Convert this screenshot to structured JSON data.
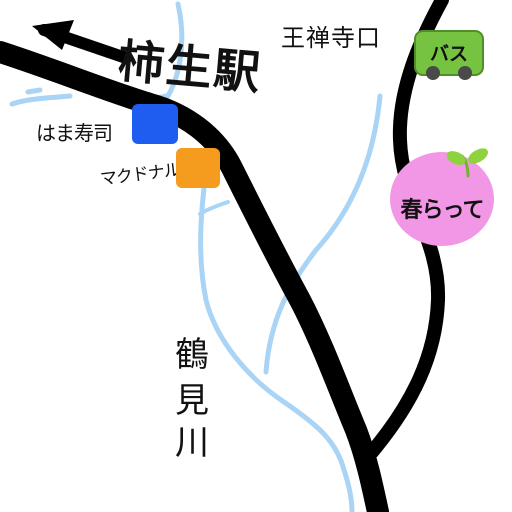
{
  "labels": {
    "station": "柿生駅",
    "ozenji": "王禅寺口",
    "hamasushi": "はま寿司",
    "mcdonalds": "マクドナルド",
    "bus": "バス",
    "harakatte": "春らって",
    "river_chars": [
      "鶴",
      "見",
      "川"
    ]
  },
  "colors": {
    "road": "#000000",
    "river": "#a9d4f5",
    "bus_badge": "#76c341",
    "bus_wheels": "#4a4a4a",
    "harakatte": "#f297e5",
    "sprout": "#8ed33d",
    "hamasushi_marker": "#1f5cf0",
    "mcdonalds_marker": "#f59b1d"
  },
  "icons": [
    "arrow-left-icon",
    "bus-icon",
    "sprout-icon"
  ]
}
